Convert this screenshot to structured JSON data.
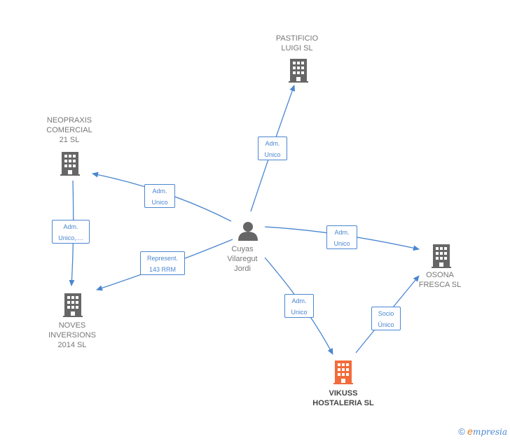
{
  "colors": {
    "edge": "#4a86d0",
    "company": "#666666",
    "highlight": "#f26b3a",
    "person": "#666666"
  },
  "nodes": [
    {
      "id": "pastificio",
      "label": "PASTIFICIO\nLUIGI SL",
      "icon": "building-icon"
    },
    {
      "id": "neopraxis",
      "label": "NEOPRAXIS\nCOMERCIAL\n21 SL",
      "icon": "building-icon"
    },
    {
      "id": "cuyas",
      "label": "Cuyas\nVilaregut\nJordi",
      "icon": "person-icon"
    },
    {
      "id": "osona",
      "label": "OSONA\nFRESCA SL",
      "icon": "building-icon"
    },
    {
      "id": "noves",
      "label": "NOVES\nINVERSIONS\n2014 SL",
      "icon": "building-icon"
    },
    {
      "id": "vikuss",
      "label": "VIKUSS\nHOSTALERIA SL",
      "icon": "building-icon",
      "highlight": true
    }
  ],
  "edges": [
    {
      "from": "cuyas",
      "to": "pastificio",
      "label": "Adm.\nUnico"
    },
    {
      "from": "cuyas",
      "to": "neopraxis",
      "label": "Adm.\nUnico"
    },
    {
      "from": "neopraxis",
      "to": "noves",
      "label": "Adm.\nUnico,...."
    },
    {
      "from": "cuyas",
      "to": "noves",
      "label": "Represent.\n143 RRM"
    },
    {
      "from": "cuyas",
      "to": "osona",
      "label": "Adm.\nUnico"
    },
    {
      "from": "cuyas",
      "to": "vikuss",
      "label": "Adm.\nUnico"
    },
    {
      "from": "vikuss",
      "to": "osona",
      "label": "Socio\nÚnico"
    }
  ],
  "footer": {
    "copyright": "©",
    "brand_initial": "e",
    "brand_rest": "mpresia"
  }
}
